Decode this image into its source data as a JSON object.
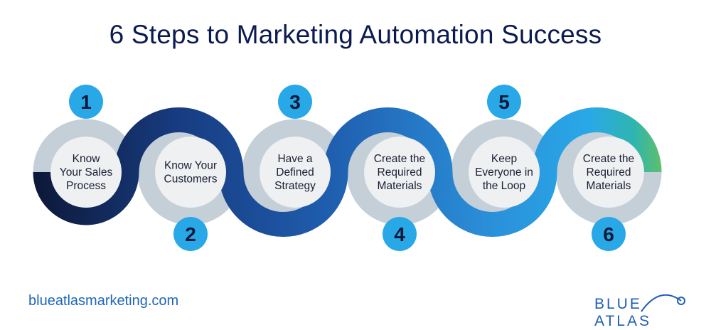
{
  "title": "6 Steps to Marketing Automation Success",
  "steps": [
    {
      "number": "1",
      "label": [
        "Know",
        "Your Sales",
        "Process"
      ]
    },
    {
      "number": "2",
      "label": [
        "Know Your",
        "Customers"
      ]
    },
    {
      "number": "3",
      "label": [
        "Have a",
        "Defined",
        "Strategy"
      ]
    },
    {
      "number": "4",
      "label": [
        "Create the",
        "Required",
        "Materials"
      ]
    },
    {
      "number": "5",
      "label": [
        "Keep",
        "Everyone in",
        "the Loop"
      ]
    },
    {
      "number": "6",
      "label": [
        "Create the",
        "Required",
        "Materials"
      ]
    }
  ],
  "footer": {
    "url": "blueatlasmarketing.com"
  },
  "logo": {
    "text": "BLUE ATLAS"
  },
  "colors": {
    "track": "#c4cfd8",
    "badge": "#29a8e8",
    "badge_text": "#0b1a3a",
    "ribbon_start": "#0d1838",
    "ribbon_mid": "#1e5cae",
    "ribbon_end_blue": "#29a8e8",
    "ribbon_end_green": "#7dc540",
    "inner_circle": "#eef0f2"
  }
}
